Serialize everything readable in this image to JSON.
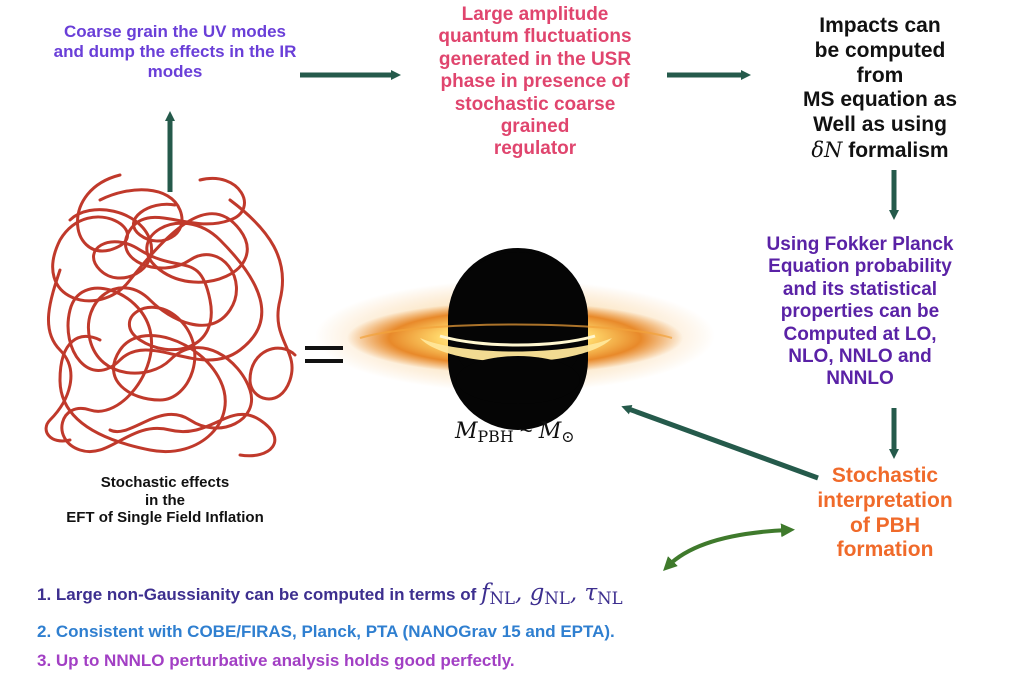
{
  "coarse": {
    "lines": [
      "Coarse grain the UV modes",
      "and dump the effects in the IR",
      "modes"
    ],
    "color": "#6a3fd8"
  },
  "quantum": {
    "lines": [
      "Large amplitude",
      "quantum fluctuations",
      "generated in the USR",
      "phase in presence of",
      "stochastic coarse",
      "grained",
      "regulator"
    ],
    "color": "#e0456e"
  },
  "impacts": {
    "lines": [
      "Impacts can",
      "be computed",
      "from",
      "MS equation as",
      "Well as using"
    ],
    "delta_symbol": "δN",
    "delta_suffix": " formalism"
  },
  "fokker": {
    "lines": [
      "Using Fokker Planck",
      "Equation probability",
      "and its statistical",
      "properties can be",
      "Computed at LO,",
      "NLO, NNLO and",
      "NNNLO"
    ],
    "color": "#5a22a6"
  },
  "stochastic": {
    "lines": [
      "Stochastic",
      "interpretation",
      "of PBH",
      "formation"
    ],
    "color": "#f06a2a"
  },
  "effects": {
    "lines": [
      "Stochastic effects",
      "in the",
      "EFT of Single Field Inflation"
    ]
  },
  "mass": {
    "lhs": "M",
    "lhs_sub": "PBH",
    "relation": " ~ ",
    "rhs": "M",
    "rhs_sub": "⊙"
  },
  "equals_symbol": "=",
  "list": {
    "item1_text": "1. Large non-Gaussianity can be computed in terms of",
    "item1_math": {
      "f": "f",
      "f_sub": "NL",
      "g": "g",
      "g_sub": "NL",
      "tau": "τ",
      "tau_sub": "NL"
    },
    "item2": "2. Consistent with COBE/FIRAS, Planck, PTA (NANOGrav 15 and EPTA).",
    "item3": "3. Up to NNNLO perturbative analysis holds good perfectly."
  },
  "colors": {
    "arrow": "#255a4b",
    "double_arrow": "#3f7a2c",
    "squiggle": "#c0392b",
    "hole": "#050505",
    "disk_outer": "#e08a2a",
    "disk_inner": "#fff2b0"
  },
  "icons": {
    "squiggle": "tangled-stochastic-path",
    "black_hole": "black-hole-with-accretion-disk"
  }
}
